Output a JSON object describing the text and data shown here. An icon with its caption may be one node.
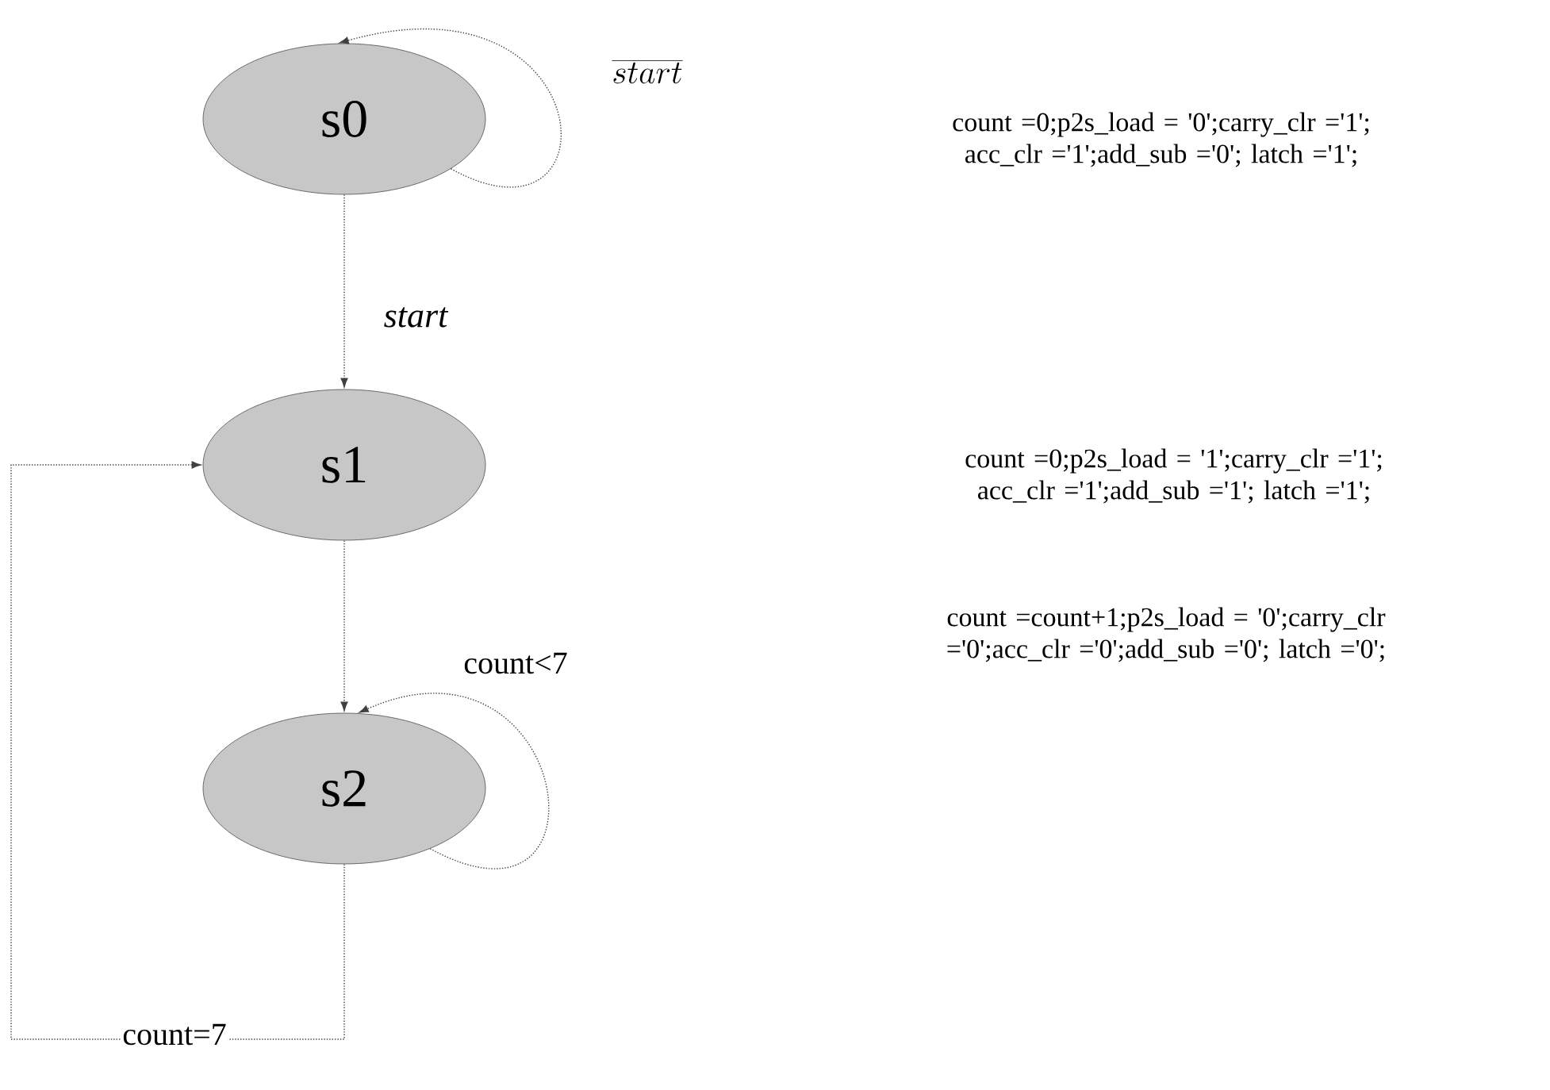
{
  "diagram": {
    "nodes": [
      {
        "text": [
          "s0"
        ]
      },
      {
        "text": [
          "s1"
        ]
      },
      {
        "text": [
          "s2"
        ]
      }
    ],
    "edges": [
      {
        "from": 0,
        "to": 0,
        "arrow": "to",
        "label": "\\overline{start}"
      },
      {
        "from": 0,
        "to": 1,
        "arrow": "to",
        "label": "start"
      },
      {
        "from": 1,
        "to": 2,
        "arrow": "to"
      },
      {
        "from": 2,
        "to": 2,
        "arrow": "to",
        "label": "count<7"
      },
      {
        "from": 2,
        "to": 1,
        "arrow": "to",
        "label": "count=7"
      }
    ],
    "labels": [
      "count =0;p2s_load = '0';carry_clr ='1'; acc_clr ='1';add_sub ='0'; latch ='1';",
      "count =0;p2s_load = '1';carry_clr ='1'; acc_clr ='1';add_sub ='1'; latch ='1';",
      "count =count+1;p2s_load = '0';carry_clr ='0';acc_clr ='0';add_sub ='0'; latch ='0';"
    ]
  }
}
